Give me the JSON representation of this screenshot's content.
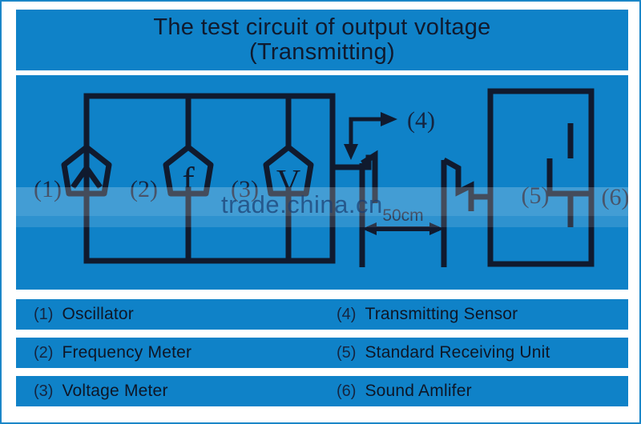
{
  "title": {
    "line1": "The test circuit of output voltage",
    "line2": "(Transmitting)"
  },
  "diagram": {
    "instruments": [
      {
        "ref": "(1)",
        "symbol": "ʌ",
        "name": "oscillator"
      },
      {
        "ref": "(2)",
        "symbol": "f",
        "name": "frequency-meter"
      },
      {
        "ref": "(3)",
        "symbol": "V",
        "name": "voltage-meter"
      }
    ],
    "callouts": [
      {
        "ref": "(4)",
        "name": "transmitting-sensor"
      },
      {
        "ref": "(5)",
        "name": "standard-receiving-unit"
      },
      {
        "ref": "(6)",
        "name": "sound-amplifier"
      }
    ],
    "distance_label": "50cm",
    "line_color": "#101a2e",
    "panel_color": "#0f82c8"
  },
  "legend": {
    "rows": [
      {
        "left": {
          "num": "(1)",
          "label": "Oscillator"
        },
        "right": {
          "num": "(4)",
          "label": "Transmitting Sensor"
        }
      },
      {
        "left": {
          "num": "(2)",
          "label": "Frequency Meter"
        },
        "right": {
          "num": "(5)",
          "label": "Standard Receiving Unit"
        }
      },
      {
        "left": {
          "num": "(3)",
          "label": "Voltage Meter"
        },
        "right": {
          "num": "(6)",
          "label": "Sound Amlifer"
        }
      }
    ]
  },
  "watermark": {
    "text": "trade.china.cn"
  }
}
